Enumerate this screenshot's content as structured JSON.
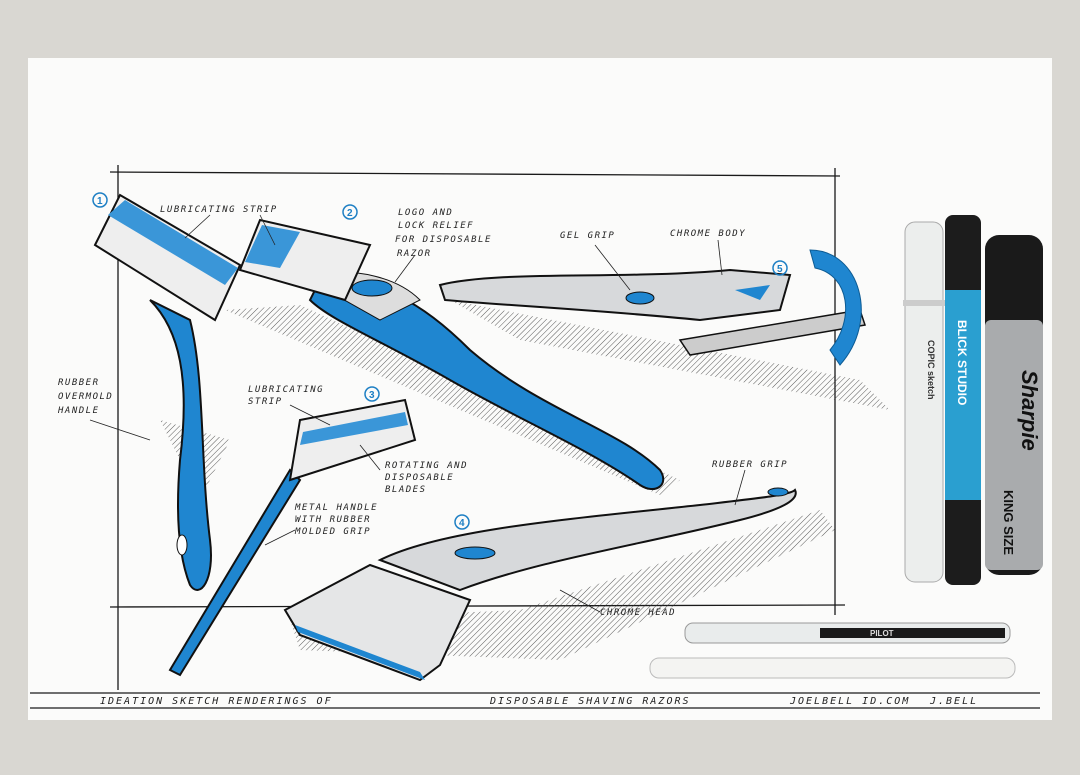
{
  "colors": {
    "background": "#d9d7d2",
    "paper": "#fbfbfa",
    "accent_blue": "#1f86d0",
    "chrome": "#c9cbcd",
    "ink": "#1a1a1a"
  },
  "callouts": {
    "n1": "1",
    "n2": "2",
    "n3": "3",
    "n4": "4",
    "n5": "5",
    "lubricating_strip_1": "LUBRICATING STRIP",
    "logo_relief": [
      "LOGO AND",
      "LOCK RELIEF",
      "FOR DISPOSABLE",
      "RAZOR"
    ],
    "gel_grip": "GEL GRIP",
    "chrome_body": "CHROME BODY",
    "rubber_overmold": [
      "RUBBER",
      "OVERMOLD",
      "HANDLE"
    ],
    "lubricating_strip_2": [
      "LUBRICATING",
      "STRIP"
    ],
    "rotating_blades": [
      "ROTATING AND",
      "DISPOSABLE",
      "BLADES"
    ],
    "metal_handle": [
      "METAL HANDLE",
      "WITH RUBBER",
      "MOLDED GRIP"
    ],
    "rubber_grip": "RUBBER GRIP",
    "chrome_head": "CHROME HEAD"
  },
  "footer": {
    "title_left": "IDEATION SKETCH RENDERINGS OF",
    "title_right": "DISPOSABLE SHAVING RAZORS",
    "website": "JOELBELL ID.COM",
    "signature": "J.BELL"
  },
  "tools": {
    "copic": "COPIC sketch",
    "blick": "BLICK STUDIO",
    "sharpie": "Sharpie",
    "sharpie_size": "KING SIZE",
    "pilot": "PILOT"
  }
}
